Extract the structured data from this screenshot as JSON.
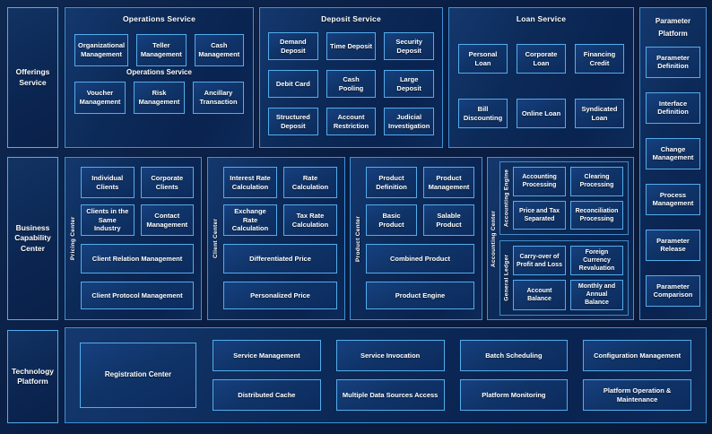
{
  "colors": {
    "background": "#0A1E44",
    "panel_fill": "#0C2A58",
    "panel_border": "#3F92D8",
    "box_border": "#55ACEC",
    "box_fill": "#103468",
    "text": "#FFFFFF"
  },
  "left_rail": {
    "offerings_label": "Offerings Service",
    "business_label": "Business Capability Center",
    "technology_label": "Technology Platform"
  },
  "operations": {
    "title": "Operations Service",
    "subtitle": "Operations Service",
    "row1": [
      "Organizational Management",
      "Teller Management",
      "Cash Management"
    ],
    "row2": [
      "Voucher Management",
      "Risk Management",
      "Ancillary Transaction"
    ]
  },
  "deposit": {
    "title": "Deposit Service",
    "items": [
      "Demand Deposit",
      "Time Deposit",
      "Security Deposit",
      "Debit Card",
      "Cash Pooling",
      "Large Deposit",
      "Structured Deposit",
      "Account Restriction",
      "Judicial Investigation"
    ]
  },
  "loan": {
    "title": "Loan Service",
    "items": [
      "Personal Loan",
      "Corporate Loan",
      "Financing Credit",
      "Bill Discounting",
      "Online Loan",
      "Syndicated Loan"
    ]
  },
  "parameter": {
    "title": "Parameter Platform",
    "items": [
      "Parameter Definition",
      "Interface Definition",
      "Change Management",
      "Process Management",
      "Parameter Release",
      "Parameter Comparison"
    ]
  },
  "pricing": {
    "vertical_label": "Pricing Center",
    "grid": [
      "Individual Clients",
      "Corporate Clients",
      "Clients in the Same Industry",
      "Contact Management"
    ],
    "wide": [
      "Client Relation Management",
      "Client Protocol Management"
    ]
  },
  "client": {
    "vertical_label": "Client Center",
    "grid": [
      "Interest Rate Calculation",
      "Rate Calculation",
      "Exchange Rate Calculation",
      "Tax Rate Calculation"
    ],
    "wide": [
      "Differentiated Price",
      "Personalized Price"
    ]
  },
  "product": {
    "vertical_label": "Product Center",
    "grid": [
      "Product Definition",
      "Product Management",
      "Basic Product",
      "Salable Product"
    ],
    "wide": [
      "Combined Product",
      "Product Engine"
    ]
  },
  "accounting": {
    "vertical_label": "Accounting Center",
    "engine": {
      "vertical_label": "Accounting Engine",
      "items": [
        "Accounting Processing",
        "Clearing Processing",
        "Price and Tax Separated",
        "Reconciliation Processing"
      ]
    },
    "ledger": {
      "vertical_label": "General Ledger",
      "items": [
        "Carry-over of Profit and Loss",
        "Foreign Currency Revaluation",
        "Account Balance",
        "Monthly and Annual Balance"
      ]
    }
  },
  "technology": {
    "registration": "Registration Center",
    "row1": [
      "Service Management",
      "Service Invocation",
      "Batch Scheduling",
      "Configuration Management"
    ],
    "row2": [
      "Distributed Cache",
      "Multiple Data Sources Access",
      "Platform Monitoring",
      "Platform Operation & Maintenance"
    ]
  }
}
